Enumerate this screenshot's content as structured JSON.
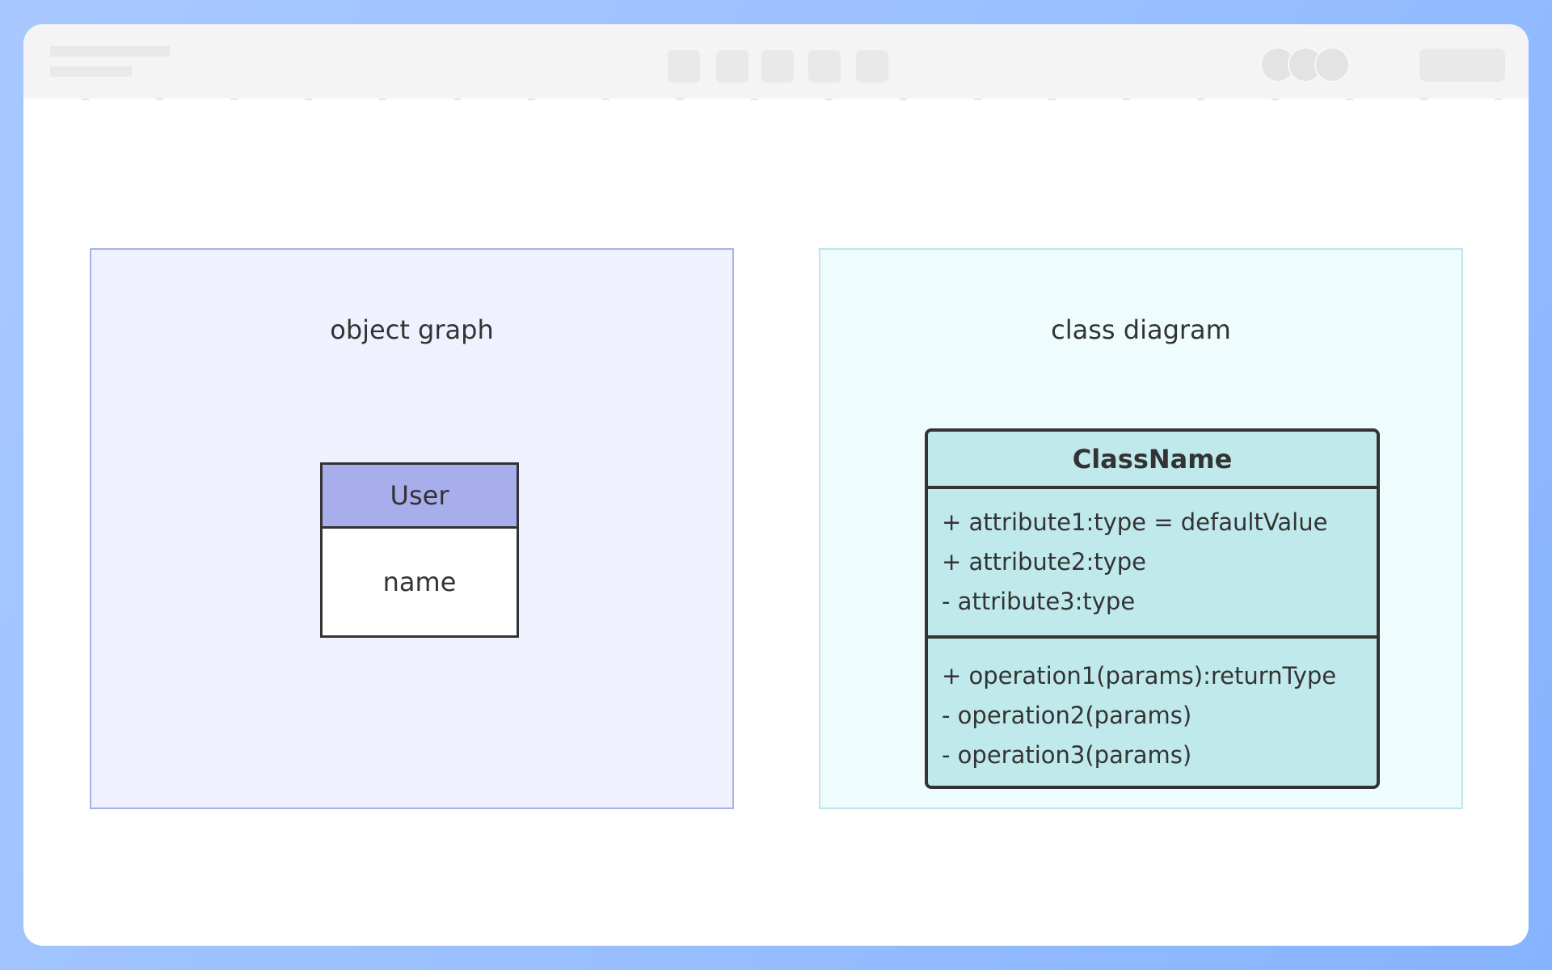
{
  "left_panel": {
    "title": "object graph",
    "object": {
      "name": "User",
      "field": "name"
    }
  },
  "right_panel": {
    "title": "class diagram",
    "class": {
      "name": "ClassName",
      "attributes": [
        "+ attribute1:type = defaultValue",
        "+ attribute2:type",
        "- attribute3:type"
      ],
      "operations": [
        "+ operation1(params):returnType",
        "- operation2(params)",
        "- operation3(params)"
      ]
    }
  },
  "colors": {
    "frame_gradient_start": "#a8c8ff",
    "frame_gradient_end": "#86b3ff",
    "left_panel_fill": "#eff2fe",
    "left_panel_border": "#a8b0ea",
    "object_header_fill": "#a8aeec",
    "right_panel_fill": "#effcfd",
    "right_panel_border": "#bde5ea",
    "class_fill": "#c0e9eb",
    "stroke": "#333333"
  }
}
